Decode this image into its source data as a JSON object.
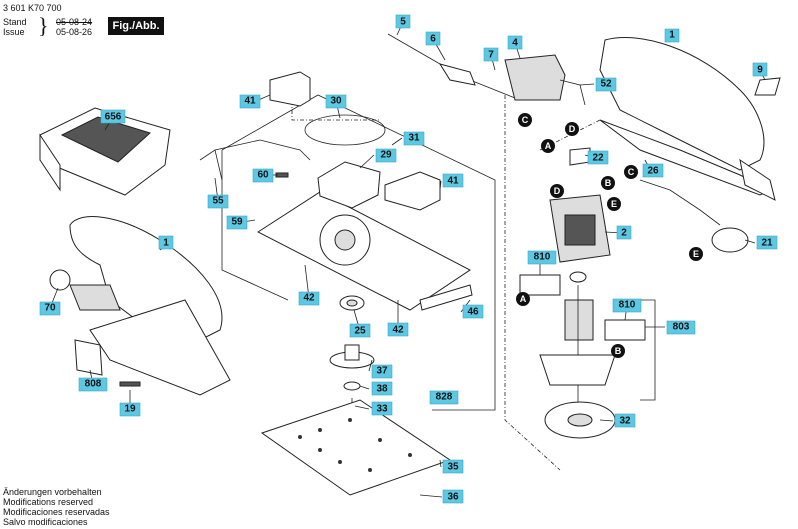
{
  "header": {
    "part_number": "3 601 K70 700",
    "stand_label": "Stand",
    "issue_label": "Issue",
    "stand_date": "05-08-24",
    "issue_date": "05-08-26",
    "figure_label": "Fig./Abb. 1"
  },
  "footer_notes": [
    "Änderungen vorbehalten",
    "Modifications reserved",
    "Modificaciones reservadas",
    "Salvo modificaciones"
  ],
  "callouts": [
    "1",
    "1",
    "2",
    "4",
    "5",
    "6",
    "7",
    "9",
    "19",
    "21",
    "22",
    "25",
    "26",
    "29",
    "30",
    "31",
    "32",
    "33",
    "35",
    "36",
    "37",
    "38",
    "41",
    "41",
    "42",
    "42",
    "46",
    "52",
    "55",
    "59",
    "60",
    "70",
    "803",
    "808",
    "810",
    "810",
    "828",
    "656"
  ],
  "letters": [
    "A",
    "A",
    "B",
    "B",
    "C",
    "C",
    "D",
    "D",
    "E",
    "E"
  ],
  "colors": {
    "callout_fill": "#5cc8e3",
    "letter_fill": "#111111"
  }
}
